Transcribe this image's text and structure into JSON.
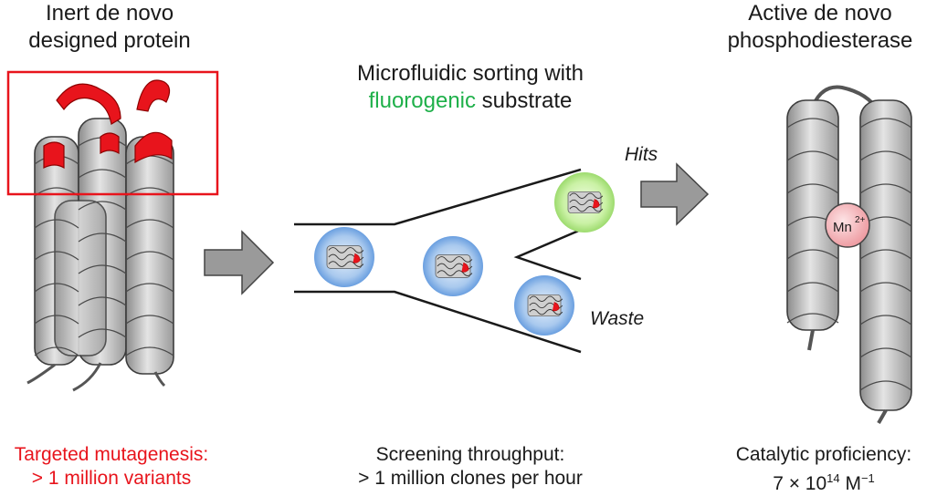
{
  "left": {
    "title_line1": "Inert de novo",
    "title_line2": "designed protein",
    "caption_line1": "Targeted mutagenesis:",
    "caption_line2": "> 1 million variants"
  },
  "middle": {
    "title_line1": "Microfluidic sorting with",
    "title_word_colored": "fluorogenic",
    "title_word_rest": " substrate",
    "hits_label": "Hits",
    "waste_label": "Waste",
    "caption_line1": "Screening throughput:",
    "caption_line2": "> 1 million clones per hour"
  },
  "right": {
    "title_line1": "Active de novo",
    "title_line2": "phosphodiesterase",
    "ion_base": "Mn",
    "ion_charge": "2+",
    "caption_line1": "Catalytic proficiency:",
    "caption_value": "7 × 10",
    "caption_exp": "14",
    "caption_unit": " M",
    "caption_unit_exp": "−1"
  },
  "colors": {
    "highlight_red": "#e8141c",
    "fluorogenic_green": "#1fb04a",
    "helix_gray": "#b9b9b9",
    "droplet_blue": "#7eb0e6",
    "droplet_green": "#b8ec8e",
    "ion_pink": "#f4b9bd"
  }
}
